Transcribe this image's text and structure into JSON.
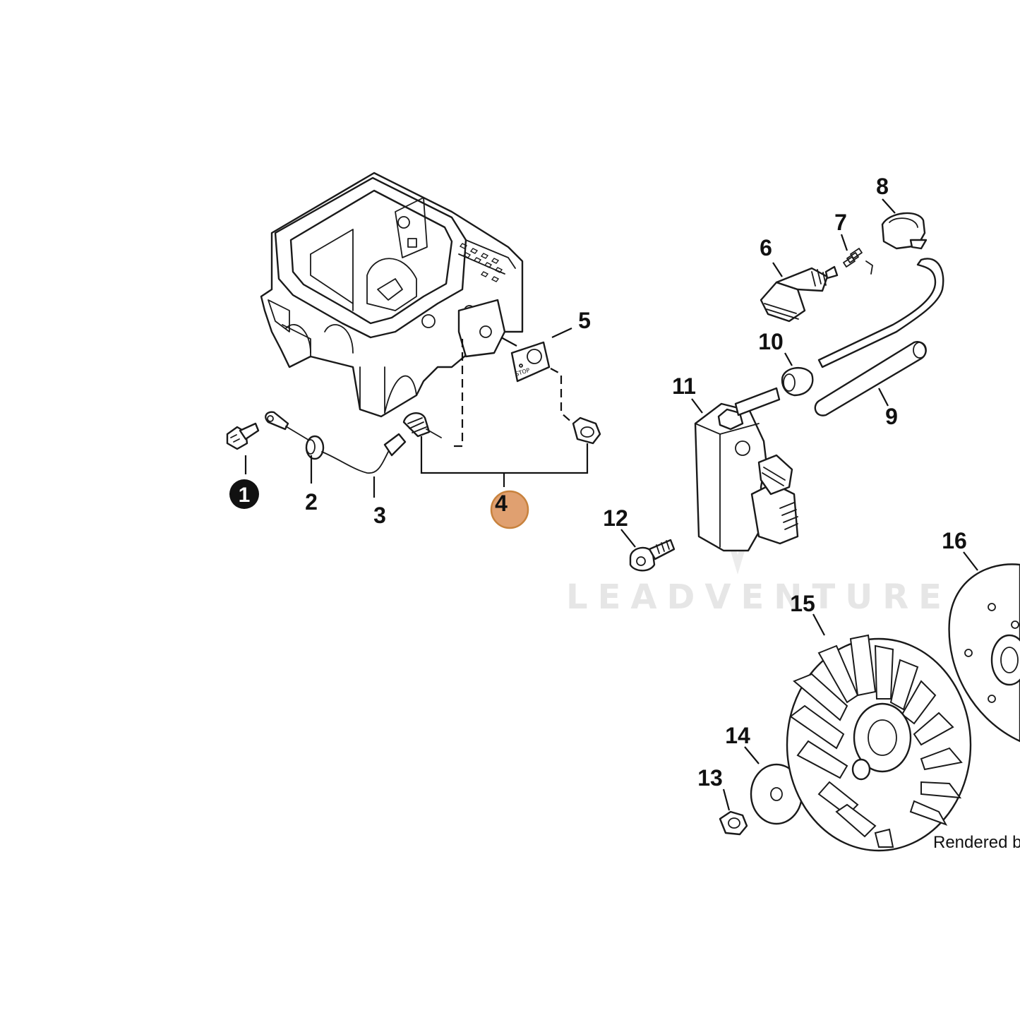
{
  "callouts": [
    {
      "id": "1",
      "label": "1",
      "style": "filled"
    },
    {
      "id": "2",
      "label": "2"
    },
    {
      "id": "3",
      "label": "3"
    },
    {
      "id": "4",
      "label": "4",
      "style": "highlighted",
      "highlight_color": "#e0a070"
    },
    {
      "id": "5",
      "label": "5"
    },
    {
      "id": "6",
      "label": "6"
    },
    {
      "id": "7",
      "label": "7"
    },
    {
      "id": "8",
      "label": "8"
    },
    {
      "id": "9",
      "label": "9"
    },
    {
      "id": "10",
      "label": "10"
    },
    {
      "id": "11",
      "label": "11"
    },
    {
      "id": "12",
      "label": "12"
    },
    {
      "id": "13",
      "label": "13"
    },
    {
      "id": "14",
      "label": "14"
    },
    {
      "id": "15",
      "label": "15"
    },
    {
      "id": "16",
      "label": "16"
    }
  ],
  "watermark": "LEADVENTURE",
  "plate_text": "STOP",
  "footer": {
    "credit": "Rendered by"
  },
  "colors": {
    "line": "#1a1a1a",
    "highlight": "#e0a070",
    "highlight_stroke": "#c8823d",
    "watermark": "#e6e6e6"
  }
}
